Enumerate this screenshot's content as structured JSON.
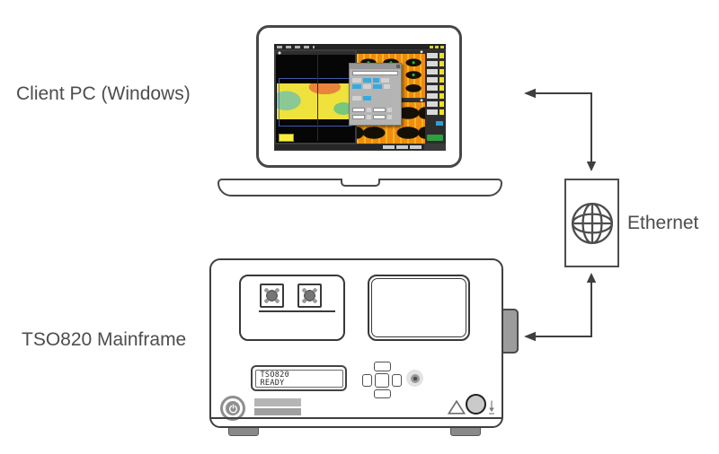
{
  "labels": {
    "client_pc": "Client PC (Windows)",
    "mainframe": "TSO820 Mainframe",
    "ethernet": "Ethernet"
  },
  "mainframe": {
    "lcd": {
      "line1": "TSO820",
      "line2": "READY"
    }
  },
  "icons": {
    "ethernet_globe": "wireframe-globe",
    "power": "power-symbol",
    "warning": "triangle-outline",
    "dpad": "five-key-navigation-pad",
    "status_led": "round-led",
    "ground_mark": "down-arrow-mark"
  },
  "colors": {
    "outline": "#3f3f3f",
    "label_text": "#4d4d4d",
    "screen_bg": "#3a3a3a",
    "eye_orange": "#ee8a10",
    "histogram_yellow": "#efe23c",
    "histogram_green": "#8cc893",
    "histogram_orange": "#e8843c",
    "accent_blue": "#35aadf",
    "button_yellow": "#f1e11f",
    "run_green": "#2f9e3f"
  }
}
